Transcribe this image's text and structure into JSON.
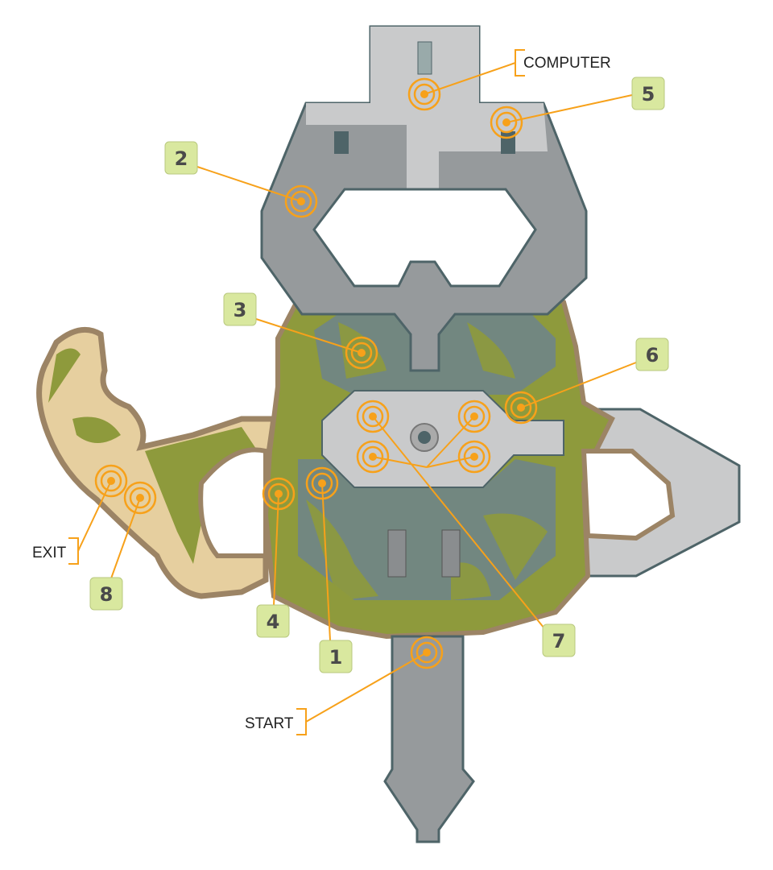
{
  "map": {
    "labels": {
      "computer": "COMPUTER",
      "exit": "EXIT",
      "start": "START"
    },
    "waypoints": [
      "1",
      "2",
      "3",
      "4",
      "5",
      "6",
      "7",
      "8"
    ],
    "colors": {
      "marker": "#f7a11a",
      "badge": "#d9e89f",
      "wall": "#4e6468",
      "floor": "#969a9c",
      "floor_light": "#c9cacb",
      "water": "#6d848c",
      "moss": "#8e9a3c",
      "sand": "#e6cf9f",
      "rock": "#9c8465"
    }
  }
}
